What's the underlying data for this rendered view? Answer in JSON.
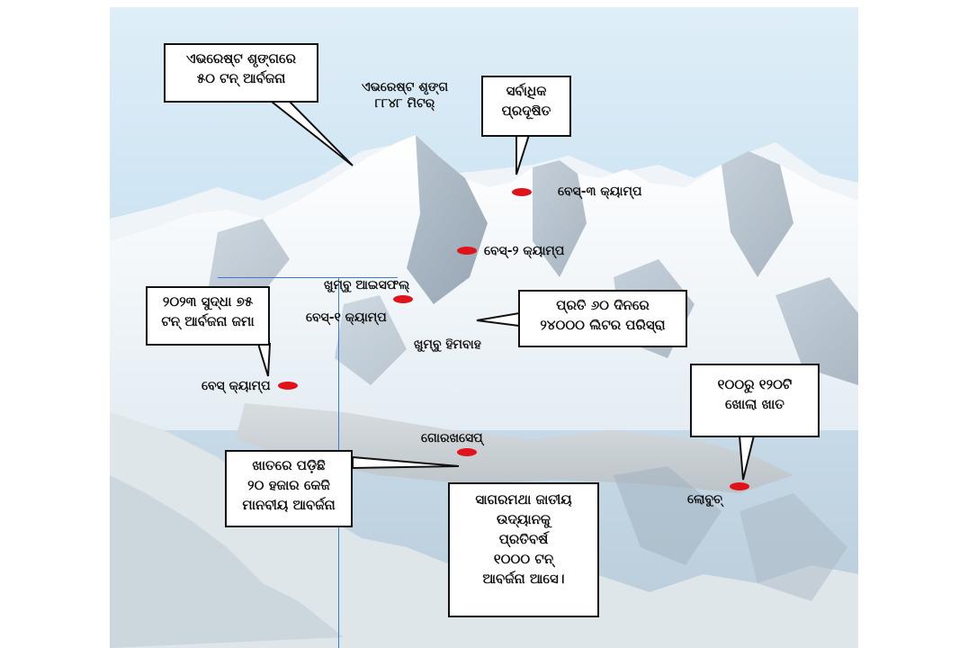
{
  "callouts": {
    "everest_waste": [
      "ଏଭରେଷ୍ଟ ଶୃଙ୍ଗରେ",
      "୫୦ ଟନ୍ ଆର୍ବଜନା"
    ],
    "most_polluted": [
      "ସର୍ବାଧିକ",
      "ପ୍ରଦୂଷିତ"
    ],
    "waste_2023": [
      "୨୦୨୩ ସୁଦ୍ଧା ୭୫",
      "ଟନ୍ ଆର୍ବଜନା ଜମା"
    ],
    "urine_every_60_days": [
      "ପ୍ରତି ୬୦ ଦିନରେ",
      "୨୪୦୦୦ ଲିଟର ପରିସ୍ରା"
    ],
    "open_pits": [
      "୧୦୦ରୁ ୧୨୦ଟି",
      "ଖୋଲା ଖାତ"
    ],
    "human_waste_pits": [
      "ଖାତରେ ପଡ଼ିଛି",
      "୨୦ ହଜାର କେଜି",
      "ମାନବୀୟ ଆବର୍ଜନା"
    ],
    "sagarmatha": [
      "ସାଗରମଥା ଜାତୀୟ",
      "ଉଦ୍ୟାନକୁ",
      "ପ୍ରତିବର୍ଷ",
      "୧୦୦୦ ଟନ୍",
      "ଆବର୍ଜନା ଆସେ।"
    ]
  },
  "labels": {
    "summit": [
      "ଏଭରେଷ୍ଟ ଶୃଙ୍ଗ",
      "୮୮୪୮ ମିଟର୍"
    ],
    "base_camp_3": "ବେସ୍-୩ କ୍ୟାମ୍ପ",
    "base_camp_2": "ବେସ୍-୨ କ୍ୟାମ୍ପ",
    "khumbu_icefall": "ଖୁମ୍ବୁ ଆଇସଫଲ୍",
    "base_camp_1": "ବେସ୍-୧ କ୍ୟାମ୍ପ",
    "khumbu_glacier": "ଖୁମ୍ବୁ ହିମବାହ",
    "base_camp": "ବେସ୍ କ୍ୟାମ୍ପ",
    "gorakshep": "ଗୋରଖସେପ୍",
    "lobuche": "ଲୋବୁଚ୍"
  },
  "colors": {
    "marker": "#e0121a",
    "guide_line": "#3a7bd5"
  }
}
